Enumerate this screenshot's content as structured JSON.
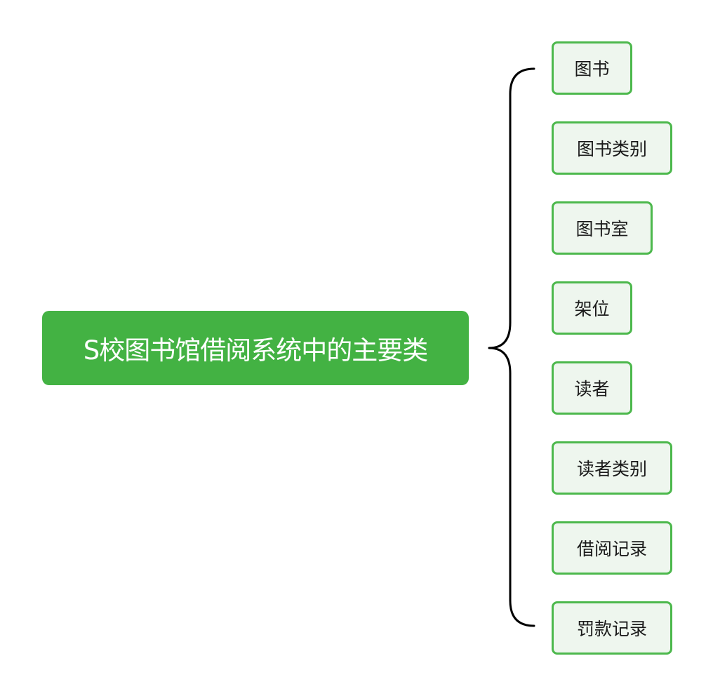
{
  "diagram": {
    "root": {
      "label": "S校图书馆借阅系统中的主要类"
    },
    "children": [
      {
        "label": "图书"
      },
      {
        "label": "图书类别"
      },
      {
        "label": "图书室"
      },
      {
        "label": "架位"
      },
      {
        "label": "读者"
      },
      {
        "label": "读者类别"
      },
      {
        "label": "借阅记录"
      },
      {
        "label": "罚款记录"
      }
    ]
  },
  "colors": {
    "root_fill": "#43b243",
    "root_text": "#ffffff",
    "child_border": "#4cb84c",
    "child_fill": "#eef6ee",
    "connector": "#000000"
  }
}
